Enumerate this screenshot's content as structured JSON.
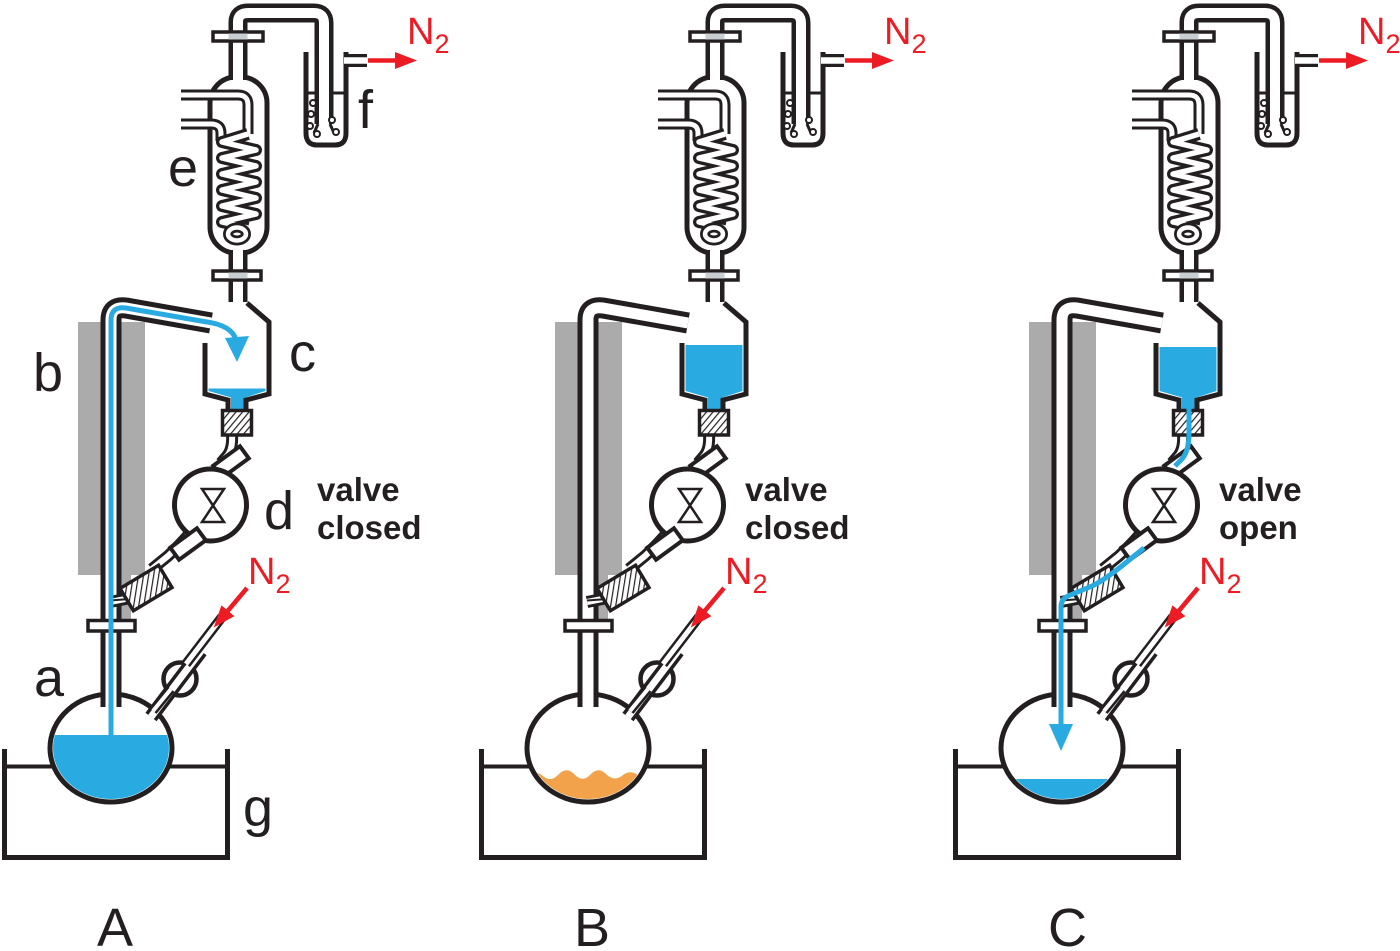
{
  "colors": {
    "line": "#231f20",
    "blue": "#29abe2",
    "orange": "#f1a24a",
    "red": "#ed1c24",
    "gray": "#ababab",
    "joint_tint": "#c9ced2",
    "background": "#ffffff"
  },
  "part_labels": {
    "flask": "a",
    "transfer_tube": "b",
    "collection_vessel": "c",
    "valve": "d",
    "condenser": "e",
    "bubbler": "f",
    "bath": "g"
  },
  "stages": [
    {
      "letter": "A",
      "valve_text": [
        "valve",
        "closed"
      ],
      "n2_inlet": "N2",
      "n2_outlet": "N2",
      "flask_liquid": "blue_half",
      "collector_liquid": "trace",
      "flow": "riser_up"
    },
    {
      "letter": "B",
      "valve_text": [
        "valve",
        "closed"
      ],
      "n2_inlet": "N2",
      "n2_outlet": "N2",
      "flask_liquid": "orange_residue",
      "collector_liquid": "full",
      "flow": "none"
    },
    {
      "letter": "C",
      "valve_text": [
        "valve",
        "open"
      ],
      "n2_inlet": "N2",
      "n2_outlet": "N2",
      "flask_liquid": "blue_low",
      "collector_liquid": "full",
      "flow": "return_down"
    }
  ]
}
